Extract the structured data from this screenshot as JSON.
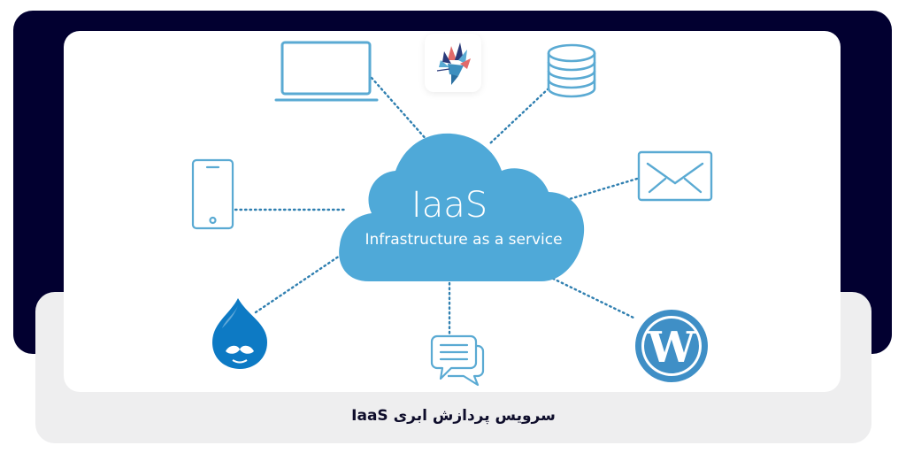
{
  "caption": {
    "text": "سرویس پردازش ابری IaaS"
  },
  "cloud": {
    "title": "IaaS",
    "subtitle": "Infrastructure as a service"
  },
  "nodes": [
    {
      "id": "laptop",
      "icon": "laptop-icon"
    },
    {
      "id": "brand-logo",
      "icon": "bird-logo-icon"
    },
    {
      "id": "database",
      "icon": "database-icon"
    },
    {
      "id": "mobile",
      "icon": "smartphone-icon"
    },
    {
      "id": "email",
      "icon": "envelope-icon"
    },
    {
      "id": "drupal",
      "icon": "drupal-icon"
    },
    {
      "id": "chat",
      "icon": "chat-bubbles-icon"
    },
    {
      "id": "wordpress",
      "icon": "wordpress-icon"
    }
  ],
  "colors": {
    "navy": "#020030",
    "light_gray": "#eeeeef",
    "cloud_blue": "#4fa9d8",
    "line_blue": "#2f7fb0",
    "icon_blue": "#5aaad3",
    "drupal_blue": "#0d7ac4",
    "wordpress_blue": "#3f8fc6",
    "caption_text": "#0e0d2b"
  }
}
